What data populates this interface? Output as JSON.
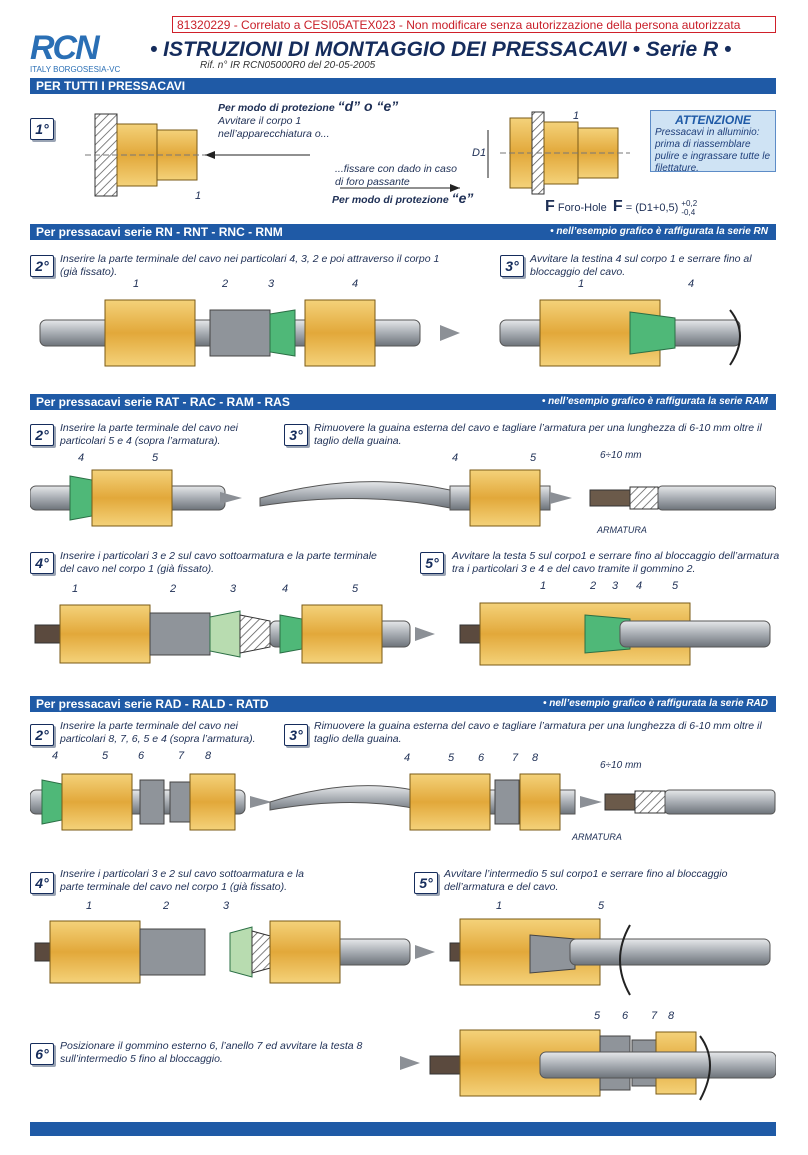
{
  "header": {
    "notice": "81320229 - Correlato a CESI05ATEX023 - Non modificare senza autorizzazione della persona autorizzata",
    "logo_main": "RCN",
    "logo_sub": "ITALY BORGOSESIA-VC",
    "title": "• ISTRUZIONI DI MONTAGGIO DEI PRESSACAVI • Serie R •",
    "reference": "Rif. n° IR RCN05000R0 del 20-05-2005"
  },
  "section_all": {
    "title": "PER TUTTI I PRESSACAVI",
    "step1": {
      "number": "1°",
      "mode_de_label": "Per modo di protezione",
      "mode_de_value": "“d” o “e”",
      "screw_text": "Avvitare il corpo 1 nell’apparecchiatura o...",
      "nut_text": "...fissare con dado in caso di foro passante",
      "mode_e_label": "Per modo di protezione",
      "mode_e_value": "“e”",
      "part1_label": "1",
      "d1_label": "D1",
      "f_symbol": "F",
      "foro_hole": "Foro-Hole",
      "formula": "= (D1+0,5)",
      "tol_plus": "+0,2",
      "tol_minus": "-0,4"
    },
    "attention": {
      "title": "ATTENZIONE",
      "body": "Pressacavi in alluminio: prima di riassemblare pulire e ingrassare tutte le filettature."
    }
  },
  "section_rn": {
    "title": "Per pressacavi serie  RN - RNT - RNC - RNM",
    "note": "• nell’esempio grafico è raffigurata la serie RN",
    "step2": {
      "number": "2°",
      "text": "Inserire la parte terminale del cavo nei particolari 4, 3, 2 e poi attraverso il corpo 1 (già fissato).",
      "labels": [
        "1",
        "2",
        "3",
        "4"
      ]
    },
    "step3": {
      "number": "3°",
      "text": "Avvitare la testina 4 sul corpo 1 e serrare fino al bloccaggio del cavo.",
      "labels": [
        "1",
        "4"
      ]
    }
  },
  "section_rat": {
    "title": "Per pressacavi serie  RAT - RAC - RAM - RAS",
    "note": "• nell’esempio grafico è raffigurata la serie RAM",
    "step2": {
      "number": "2°",
      "text": "Inserire la parte terminale del cavo nei particolari 5 e 4 (sopra l’armatura).",
      "labels": [
        "4",
        "5"
      ]
    },
    "step3": {
      "number": "3°",
      "text": "Rimuovere la guaina esterna del cavo e tagliare l’armatura per una lunghezza di 6-10 mm oltre il taglio della guaina.",
      "labels": [
        "4",
        "5"
      ],
      "dim": "6÷10 mm",
      "armatura": "ARMATURA"
    },
    "step4": {
      "number": "4°",
      "text": "Inserire i particolari 3 e 2 sul cavo sottoarmatura e la parte terminale del cavo nel corpo 1 (già fissato).",
      "labels": [
        "1",
        "2",
        "3",
        "4",
        "5"
      ]
    },
    "step5": {
      "number": "5°",
      "text": "Avvitare la testa 5 sul corpo1 e serrare fino al bloccaggio dell’armatura tra i particolari 3 e 4 e del cavo tramite il gommino 2.",
      "labels": [
        "1",
        "2",
        "3",
        "4",
        "5"
      ]
    }
  },
  "section_rad": {
    "title": "Per pressacavi serie  RAD - RALD - RATD",
    "note": "• nell’esempio grafico è raffigurata la serie RAD",
    "step2": {
      "number": "2°",
      "text": "Inserire la parte terminale del cavo nei particolari 8, 7, 6, 5 e 4 (sopra l’armatura).",
      "labels": [
        "4",
        "5",
        "6",
        "7",
        "8"
      ]
    },
    "step3": {
      "number": "3°",
      "text": "Rimuovere la guaina esterna del cavo e tagliare l’armatura per una lunghezza di 6-10 mm oltre il taglio della guaina.",
      "labels": [
        "4",
        "5",
        "6",
        "7",
        "8"
      ],
      "dim": "6÷10 mm",
      "armatura": "ARMATURA"
    },
    "step4": {
      "number": "4°",
      "text": "Inserire i particolari 3 e 2 sul cavo sottoarmatura e la parte terminale del cavo nel corpo 1 (già fissato).",
      "labels": [
        "1",
        "2",
        "3"
      ]
    },
    "step5": {
      "number": "5°",
      "text": "Avvitare l’intermedio 5 sul corpo1 e serrare fino al bloccaggio dell’armatura e del cavo.",
      "labels": [
        "1",
        "5"
      ]
    },
    "step6": {
      "number": "6°",
      "text": "Posizionare il gommino esterno 6, l’anello 7 ed avvitare la testa 8 sull’intermedio 5 fino al bloccaggio.",
      "labels": [
        "5",
        "6",
        "7",
        "8"
      ]
    }
  },
  "colors": {
    "brand_blue": "#1f5aa6",
    "brass": "#e8b64a",
    "cable": "#b9bec4",
    "green_seal": "#4fb878",
    "notice_red": "#c81e28"
  }
}
